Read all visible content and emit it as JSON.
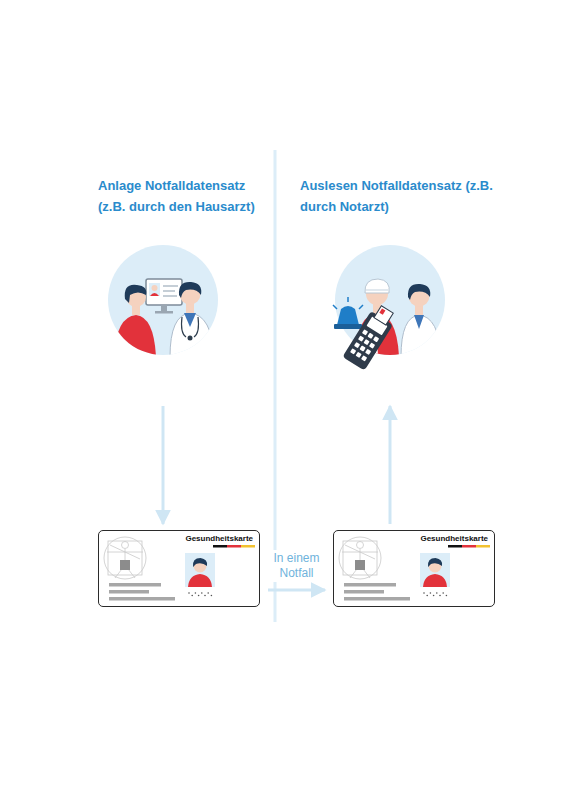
{
  "diagram": {
    "nodes": [
      {
        "text": [
          "Anlage Notfalldatensatz (z.B. durch den Hausarzt)"
        ]
      },
      {
        "text": [
          "Auslesen Notfalldatensatz (z.B. durch Notarzt)"
        ]
      },
      {
        "text": [
          "Gesundheitskarte"
        ]
      },
      {
        "text": [
          "Gesundheitskarte"
        ]
      }
    ],
    "edges": [
      {
        "from": 0,
        "to": 2,
        "arrow": "to"
      },
      {
        "from": 2,
        "to": 3,
        "label": "In einem Notfall",
        "arrow": "to"
      },
      {
        "from": 3,
        "to": 1,
        "arrow": "to"
      }
    ]
  }
}
